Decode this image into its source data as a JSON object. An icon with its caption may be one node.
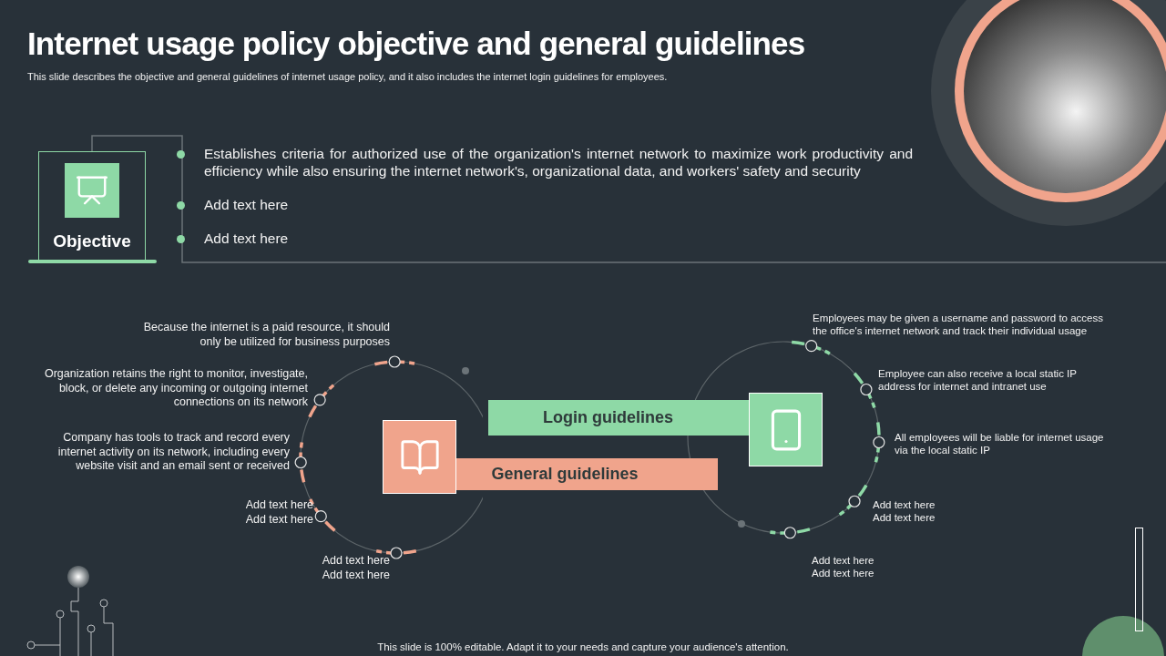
{
  "diagram": {
    "title": "Internet usage policy objective and general guidelines",
    "nodes": [
      {
        "text": [
          "Objective"
        ]
      },
      {
        "text": [
          "Login guidelines"
        ]
      },
      {
        "text": [
          "General guidelines"
        ]
      }
    ],
    "labels": [
      "This slide describes the objective and general guidelines of internet usage policy, and it also includes the internet login guidelines for employees.",
      "Establishes criteria for authorized use of the organization's internet network to maximize work productivity and efficiency while also ensuring the internet network's, organizational data, and workers' safety and security",
      "Add text here",
      "Add text here",
      "Because the internet is a paid resource, it should only be utilized for business purposes",
      "Organization retains the right to monitor, investigate, block, or delete any incoming or outgoing internet connections on its network",
      "Company has tools to track and record every internet activity on its network, including every website visit and an email sent or received",
      "Add text here Add text here",
      "Add text here Add text here",
      "Employees may be given a username and password to access the office's internet network and track their individual usage",
      "Employee can also receive a local static IP address for internet and intranet use",
      "All employees will be liable for internet usage via the local static IP",
      "Add text here Add text here",
      "Add text here Add text here",
      "This slide is 100% editable. Adapt it to your needs and capture your audience's attention."
    ]
  }
}
